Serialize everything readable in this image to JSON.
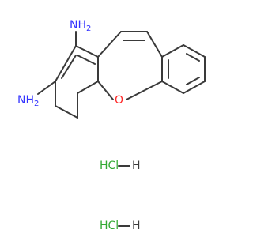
{
  "molecule": {
    "amine_top_label": "NH",
    "amine_top_sub": "2",
    "amine_left_label": "NH",
    "amine_left_sub": "2",
    "oxygen_label": "O",
    "salt_1_label": "HCl",
    "salt_2_label": "HCl",
    "salt_h_label": "H",
    "colors": {
      "bond": "#3a3a3a",
      "nitrogen": "#3333ff",
      "oxygen": "#ff2a2a",
      "chlorine": "#33aa33"
    }
  }
}
